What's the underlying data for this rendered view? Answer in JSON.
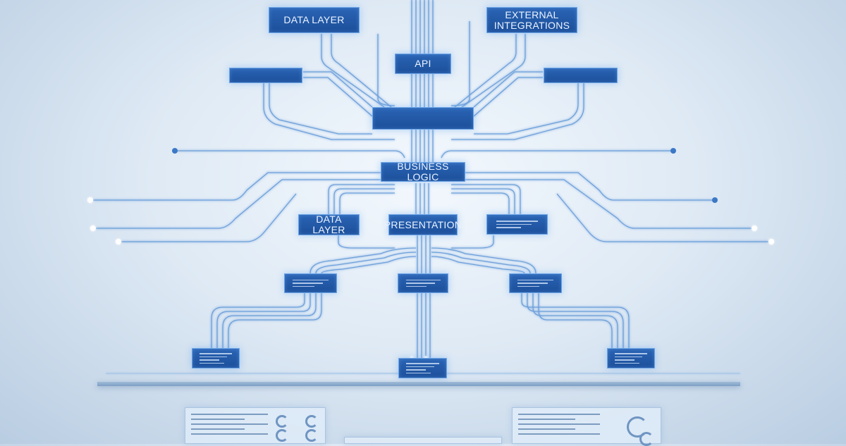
{
  "nodes": {
    "data_layer_top": "DATA LAYER",
    "external_integrations": "EXTERNAL\nINTEGRATIONS",
    "api": "API",
    "business_logic": "BUSINESS LOGIC",
    "data_layer_mid": "DATA LAYER",
    "presentation": "PRESENTATION"
  },
  "colors": {
    "node_fill": "#1f55a3",
    "node_border": "#6fa6e6",
    "wire": "#5a93d6",
    "background": "#dfeaf5"
  }
}
